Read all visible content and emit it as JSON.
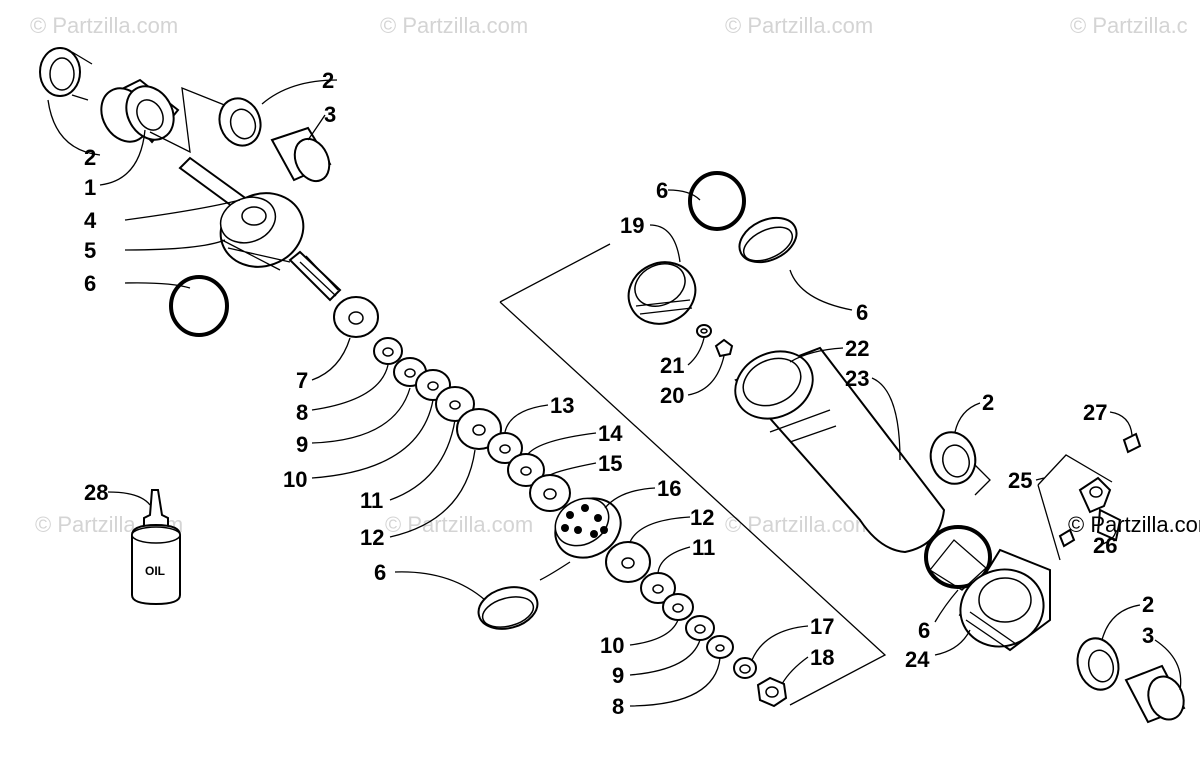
{
  "watermarks": [
    "© Partzilla.com",
    "© Partzilla.com",
    "© Partzilla.com",
    "© Partzilla.c",
    "© Partzilla.com",
    "© Partzilla.com",
    "© Partzilla.com"
  ],
  "copyright_notice": "© Partzilla.com",
  "oil_bottle_label": "OIL",
  "callouts": [
    {
      "id": "c2a",
      "text": "2"
    },
    {
      "id": "c3a",
      "text": "3"
    },
    {
      "id": "c2b",
      "text": "2"
    },
    {
      "id": "c1",
      "text": "1"
    },
    {
      "id": "c4",
      "text": "4"
    },
    {
      "id": "c5",
      "text": "5"
    },
    {
      "id": "c6a",
      "text": "6"
    },
    {
      "id": "c7",
      "text": "7"
    },
    {
      "id": "c8a",
      "text": "8"
    },
    {
      "id": "c9a",
      "text": "9"
    },
    {
      "id": "c10a",
      "text": "10"
    },
    {
      "id": "c11a",
      "text": "11"
    },
    {
      "id": "c12a",
      "text": "12"
    },
    {
      "id": "c13",
      "text": "13"
    },
    {
      "id": "c14",
      "text": "14"
    },
    {
      "id": "c15",
      "text": "15"
    },
    {
      "id": "c16",
      "text": "16"
    },
    {
      "id": "c6b",
      "text": "6"
    },
    {
      "id": "c28",
      "text": "28"
    },
    {
      "id": "c12b",
      "text": "12"
    },
    {
      "id": "c11b",
      "text": "11"
    },
    {
      "id": "c10b",
      "text": "10"
    },
    {
      "id": "c9b",
      "text": "9"
    },
    {
      "id": "c8b",
      "text": "8"
    },
    {
      "id": "c17",
      "text": "17"
    },
    {
      "id": "c18",
      "text": "18"
    },
    {
      "id": "c6c",
      "text": "6"
    },
    {
      "id": "c19",
      "text": "19"
    },
    {
      "id": "c6d",
      "text": "6"
    },
    {
      "id": "c21",
      "text": "21"
    },
    {
      "id": "c20",
      "text": "20"
    },
    {
      "id": "c22",
      "text": "22"
    },
    {
      "id": "c23",
      "text": "23"
    },
    {
      "id": "c2c",
      "text": "2"
    },
    {
      "id": "c27",
      "text": "27"
    },
    {
      "id": "c25",
      "text": "25"
    },
    {
      "id": "c26",
      "text": "26"
    },
    {
      "id": "c6e",
      "text": "6"
    },
    {
      "id": "c24",
      "text": "24"
    },
    {
      "id": "c2d",
      "text": "2"
    },
    {
      "id": "c3b",
      "text": "3"
    }
  ]
}
